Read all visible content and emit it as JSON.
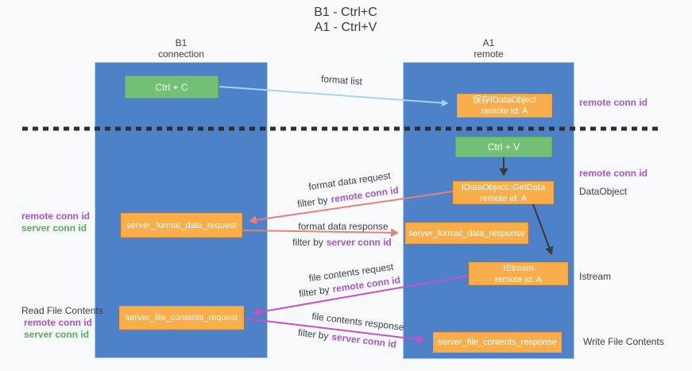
{
  "title": {
    "line1": "B1 - Ctrl+C",
    "line2": "A1 - Ctrl+V"
  },
  "lanes": {
    "left": {
      "title": "B1",
      "subtitle": "connection"
    },
    "right": {
      "title": "A1",
      "subtitle": "remote"
    }
  },
  "nodes": {
    "ctrl_c": {
      "label": "Ctrl + C"
    },
    "ctrl_v": {
      "label": "Ctrl + V"
    },
    "keep_idataobject": {
      "line1": "保存IDataObject",
      "line2": "remote id: A"
    },
    "getdata": {
      "line1": "IDataObject::GetData",
      "line2": "remote id: A"
    },
    "istream": {
      "line1": "IStream",
      "line2": "remote id: A"
    },
    "server_format_data_request": {
      "label": "server_format_data_request"
    },
    "server_format_data_response": {
      "label": "server_format_data_response"
    },
    "server_file_contents_request": {
      "label": "server_file_contents_request"
    },
    "server_file_contents_response": {
      "label": "server_file_contents_response"
    }
  },
  "annotations": {
    "format_list": "format list",
    "remote_conn_id_top": "remote conn id",
    "remote_conn_id_mid": "remote conn id",
    "dataobject": "DataObject",
    "istream": "Istream",
    "read_file_contents": "Read File Contents",
    "write_file_contents": "Write File Contents",
    "left_format": {
      "remote": "remote conn id",
      "server": "server conn id"
    },
    "left_file": {
      "remote": "remote conn id",
      "server": "server conn id"
    }
  },
  "messages": {
    "format_data_request": {
      "title": "format data request",
      "filter_prefix": "filter by",
      "filter_value": "remote conn id"
    },
    "format_data_response": {
      "title": "format data response",
      "filter_prefix": "filter by",
      "filter_value": "server conn id"
    },
    "file_contents_request": {
      "title": "file contents request",
      "filter_prefix": "filter by",
      "filter_value": "remote conn id"
    },
    "file_contents_response": {
      "title": "file contents response",
      "filter_prefix": "filter by",
      "filter_value": "server conn id"
    }
  },
  "colors": {
    "background": "#f8f9fa",
    "lane_blue": "#4d82c9",
    "node_orange": "#f9ad4b",
    "node_green": "#72c075",
    "arrow_light_blue": "#a8d3f0",
    "arrow_salmon": "#e87f7f",
    "arrow_magenta": "#c84fc8",
    "arrow_black": "#3b3b3b",
    "dashed_line": "#2e2e2e",
    "text_purple": "#a855c8",
    "text_green": "#56ad5a",
    "text_dark": "#3d3d3d"
  }
}
